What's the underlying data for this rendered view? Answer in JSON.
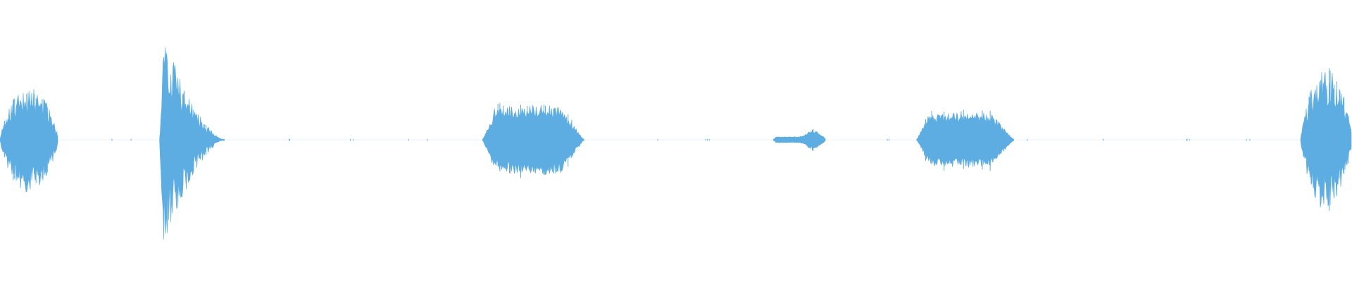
{
  "waveform": {
    "color": "#5DADE2",
    "background": "#FFFFFF",
    "duration_fraction_note": "",
    "segments": [
      {
        "start": 0.0,
        "end": 0.043,
        "peak": 0.52,
        "shape": "swell",
        "jitter": 0.35
      },
      {
        "start": 0.118,
        "end": 0.166,
        "peak": 1.0,
        "shape": "attack",
        "jitter": 0.4
      },
      {
        "start": 0.357,
        "end": 0.432,
        "peak": 0.38,
        "shape": "plateau",
        "jitter": 0.22
      },
      {
        "start": 0.572,
        "end": 0.611,
        "peak": 0.1,
        "shape": "bump",
        "jitter": 0.1
      },
      {
        "start": 0.678,
        "end": 0.75,
        "peak": 0.3,
        "shape": "plateau",
        "jitter": 0.22
      },
      {
        "start": 0.962,
        "end": 1.0,
        "peak": 0.7,
        "shape": "swell",
        "jitter": 0.35
      }
    ],
    "noise_ranges": [
      [
        0.043,
        0.118
      ],
      [
        0.166,
        0.357
      ],
      [
        0.432,
        0.572
      ],
      [
        0.611,
        0.678
      ],
      [
        0.75,
        0.962
      ]
    ],
    "noise_level": 0.008
  }
}
